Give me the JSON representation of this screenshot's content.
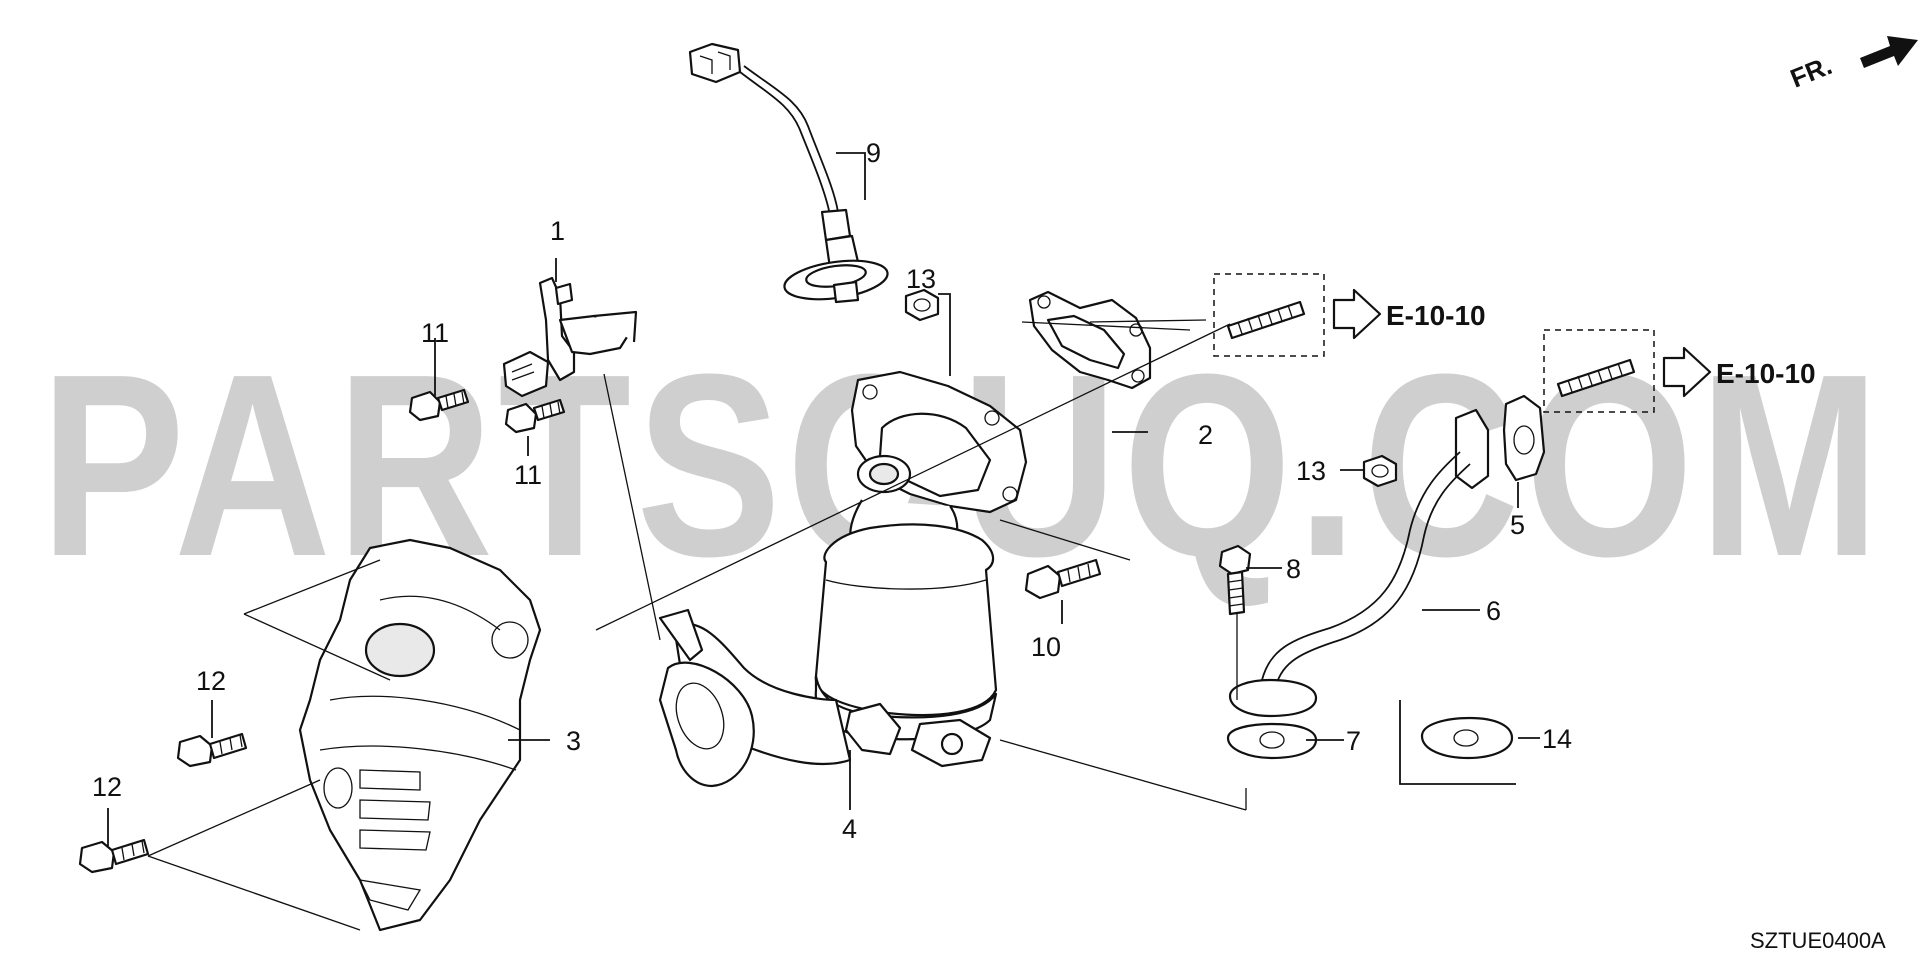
{
  "watermark": "PARTSOUQ.COM",
  "direction_label": "FR.",
  "diagram_code": "SZTUE0400A",
  "references": [
    {
      "label": "E-10-10"
    },
    {
      "label": "E-10-10"
    }
  ],
  "callouts": [
    {
      "id": "1",
      "label": "1"
    },
    {
      "id": "2",
      "label": "2"
    },
    {
      "id": "3",
      "label": "3"
    },
    {
      "id": "4",
      "label": "4"
    },
    {
      "id": "5",
      "label": "5"
    },
    {
      "id": "6",
      "label": "6"
    },
    {
      "id": "7",
      "label": "7"
    },
    {
      "id": "8",
      "label": "8"
    },
    {
      "id": "9",
      "label": "9"
    },
    {
      "id": "10",
      "label": "10"
    },
    {
      "id": "11a",
      "label": "11"
    },
    {
      "id": "11b",
      "label": "11"
    },
    {
      "id": "12a",
      "label": "12"
    },
    {
      "id": "12b",
      "label": "12"
    },
    {
      "id": "13a",
      "label": "13"
    },
    {
      "id": "13b",
      "label": "13"
    },
    {
      "id": "14",
      "label": "14"
    }
  ]
}
